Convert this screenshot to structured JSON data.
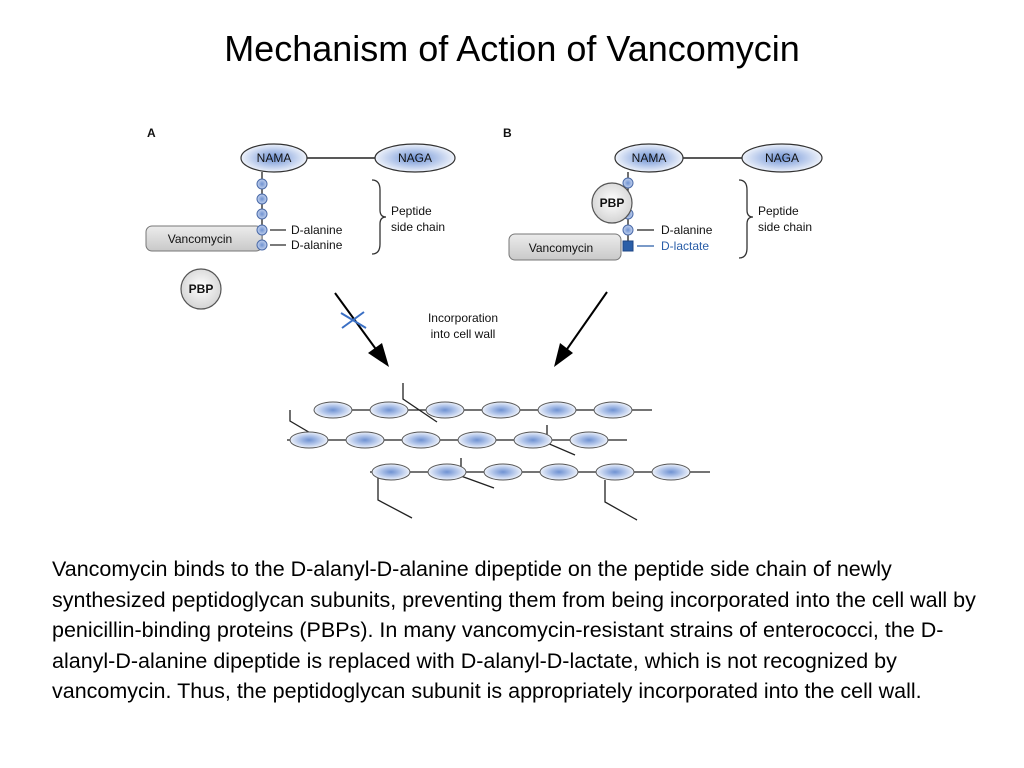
{
  "title": "Mechanism of Action of Vancomycin",
  "colors": {
    "oval_fill_light": "#e9eef8",
    "oval_fill_center": "#7f9fd8",
    "bead": "#8eacd9",
    "d_lactate": "#2a5ea8",
    "vancomycin_box": "#d9d9d9",
    "cross_mark": "#3a6fc4"
  },
  "panel_a": {
    "letter": "A",
    "nama": "NAMA",
    "naga": "NAGA",
    "residue_1": "D-alanine",
    "residue_2": "D-alanine",
    "side_chain_line1": "Peptide",
    "side_chain_line2": "side chain",
    "vancomycin": "Vancomycin",
    "pbp": "PBP"
  },
  "panel_b": {
    "letter": "B",
    "nama": "NAMA",
    "naga": "NAGA",
    "residue_1": "D-alanine",
    "residue_2": "D-lactate",
    "side_chain_line1": "Peptide",
    "side_chain_line2": "side chain",
    "vancomycin": "Vancomycin",
    "pbp": "PBP"
  },
  "incorporation_line1": "Incorporation",
  "incorporation_line2": "into cell wall",
  "caption": " Vancomycin binds to the D-alanyl-D-alanine dipeptide on the peptide side chain of newly synthesized peptidoglycan subunits, preventing them from being incorporated into the cell wall by penicillin-binding proteins (PBPs).  In many vancomycin-resistant strains of enterococci, the D-alanyl-D-alanine dipeptide is replaced with D-alanyl-D-lactate, which is not recognized by vancomycin. Thus, the peptidoglycan subunit is appropriately incorporated into the cell wall."
}
